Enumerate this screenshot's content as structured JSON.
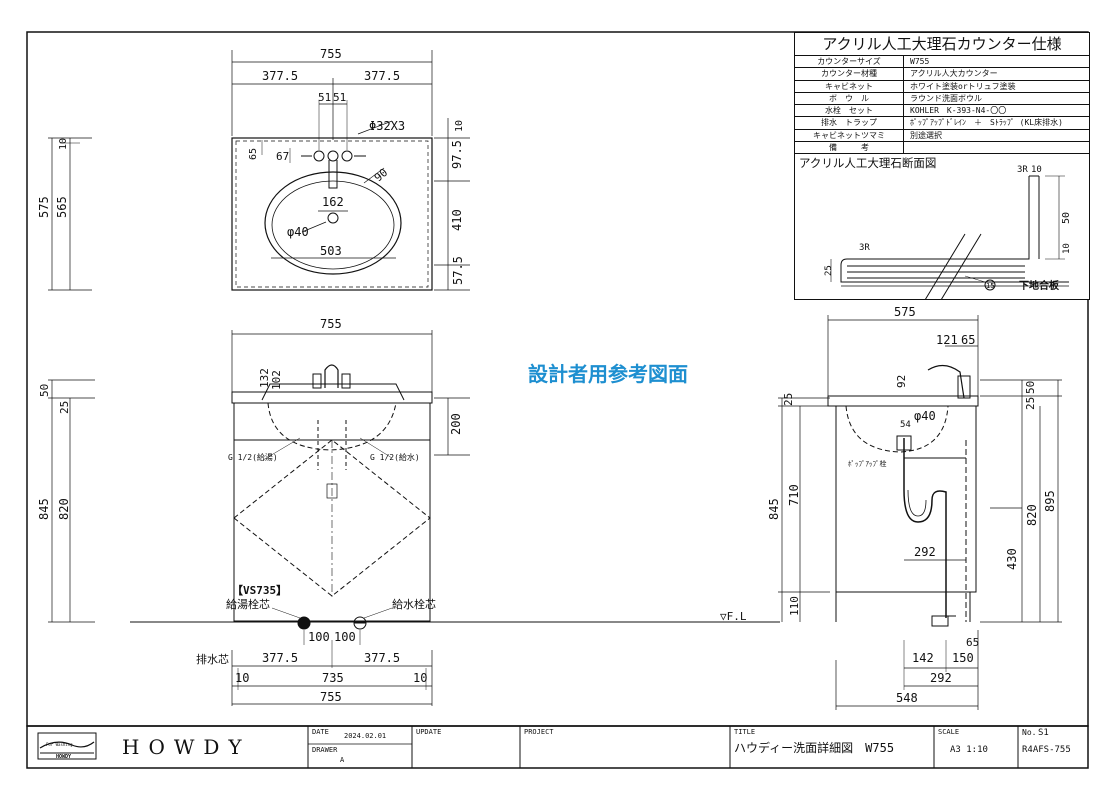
{
  "watermark": "設計者用参考図面",
  "spec_table": {
    "title": "アクリル人工大理石カウンター仕様",
    "rows": [
      {
        "key": "カウンターサイズ",
        "value": "W755"
      },
      {
        "key": "カウンター材種",
        "value": "アクリル人大カウンター"
      },
      {
        "key": "キャビネット",
        "value": "ホワイト塗装orトリュフ塗装"
      },
      {
        "key": "ボ　ウ　ル",
        "value": "ラウンド洗面ボウル"
      },
      {
        "key": "水栓　セット",
        "value": "KOHLER　K-393-N4-〇〇"
      },
      {
        "key": "排水　トラップ",
        "value": "ﾎﾟｯﾌﾟｱｯﾌﾟﾄﾞﾚｲﾝ　＋　Sﾄﾗｯﾌﾟ (KL床排水)"
      },
      {
        "key": "キャビネットツマミ",
        "value": "別途選択"
      },
      {
        "key": "備　　　考",
        "value": ""
      }
    ],
    "section_title": "アクリル人工大理石断面図",
    "section_labels": {
      "r1": "3R",
      "r1b": "10",
      "d50": "50",
      "d10": "10",
      "r2": "3R",
      "d25": "25",
      "plywood": "下地合板",
      "plywood_mark": "15"
    }
  },
  "plan_view": {
    "width_total": "755",
    "half_left": "377.5",
    "half_right": "377.5",
    "hole_l": "51",
    "hole_r": "51",
    "hole_dia": "Φ32X3",
    "d65": "65",
    "d67": "67",
    "d90": "90",
    "d162": "162",
    "drain_dia": "φ40",
    "bowl_w": "503",
    "depth_total": "575",
    "depth_inner": "565",
    "top10": "10",
    "left10": "10",
    "r97": "97.5",
    "r410": "410",
    "r57": "57.5"
  },
  "front_view": {
    "width_top": "755",
    "h132": "132",
    "h102": "102",
    "h50": "50",
    "h25": "25",
    "h845": "845",
    "h820": "820",
    "h200": "200",
    "hot_pipe": "G 1/2(給湯)",
    "cold_pipe": "G 1/2(給水)",
    "model_tag": "【VS735】",
    "hot_center": "給湯栓芯",
    "cold_center": "給水栓芯",
    "s100a": "100",
    "s100b": "100",
    "drain_center": "排水芯",
    "b_half_l": "377.5",
    "b_half_r": "377.5",
    "b10a": "10",
    "b735": "735",
    "b10b": "10",
    "b755": "755",
    "floor_label": "▽F.L"
  },
  "side_view": {
    "d575": "575",
    "d121": "121",
    "d65": "65",
    "d92": "92",
    "d54": "54",
    "drain_dia": "φ40",
    "popup_label": "ﾎﾟｯﾌﾟｱｯﾌﾟ栓",
    "h25": "25",
    "h845": "845",
    "h710": "710",
    "h110": "110",
    "r25": "25",
    "r50": "50",
    "r895": "895",
    "r820": "820",
    "r430": "430",
    "d292a": "292",
    "d65b": "65",
    "d142": "142",
    "d150": "150",
    "d292b": "292",
    "d548": "548"
  },
  "title_block": {
    "brand": "HOWDY",
    "logo_small_top": "For Washing",
    "logo_small_bottom": "HOWDY",
    "date_label": "DATE",
    "date_value": "2024.02.01",
    "drawer_label": "DRAWER",
    "drawer_value": "A",
    "update_label": "UPDATE",
    "project_label": "PROJECT",
    "title_label": "TITLE",
    "title_value": "ハウディー洗面詳細図　W755",
    "scale_label": "SCALE",
    "scale_value": "A3 1:10",
    "no_label": "No.",
    "no_value": "S1",
    "code_value": "R4AFS-755"
  }
}
